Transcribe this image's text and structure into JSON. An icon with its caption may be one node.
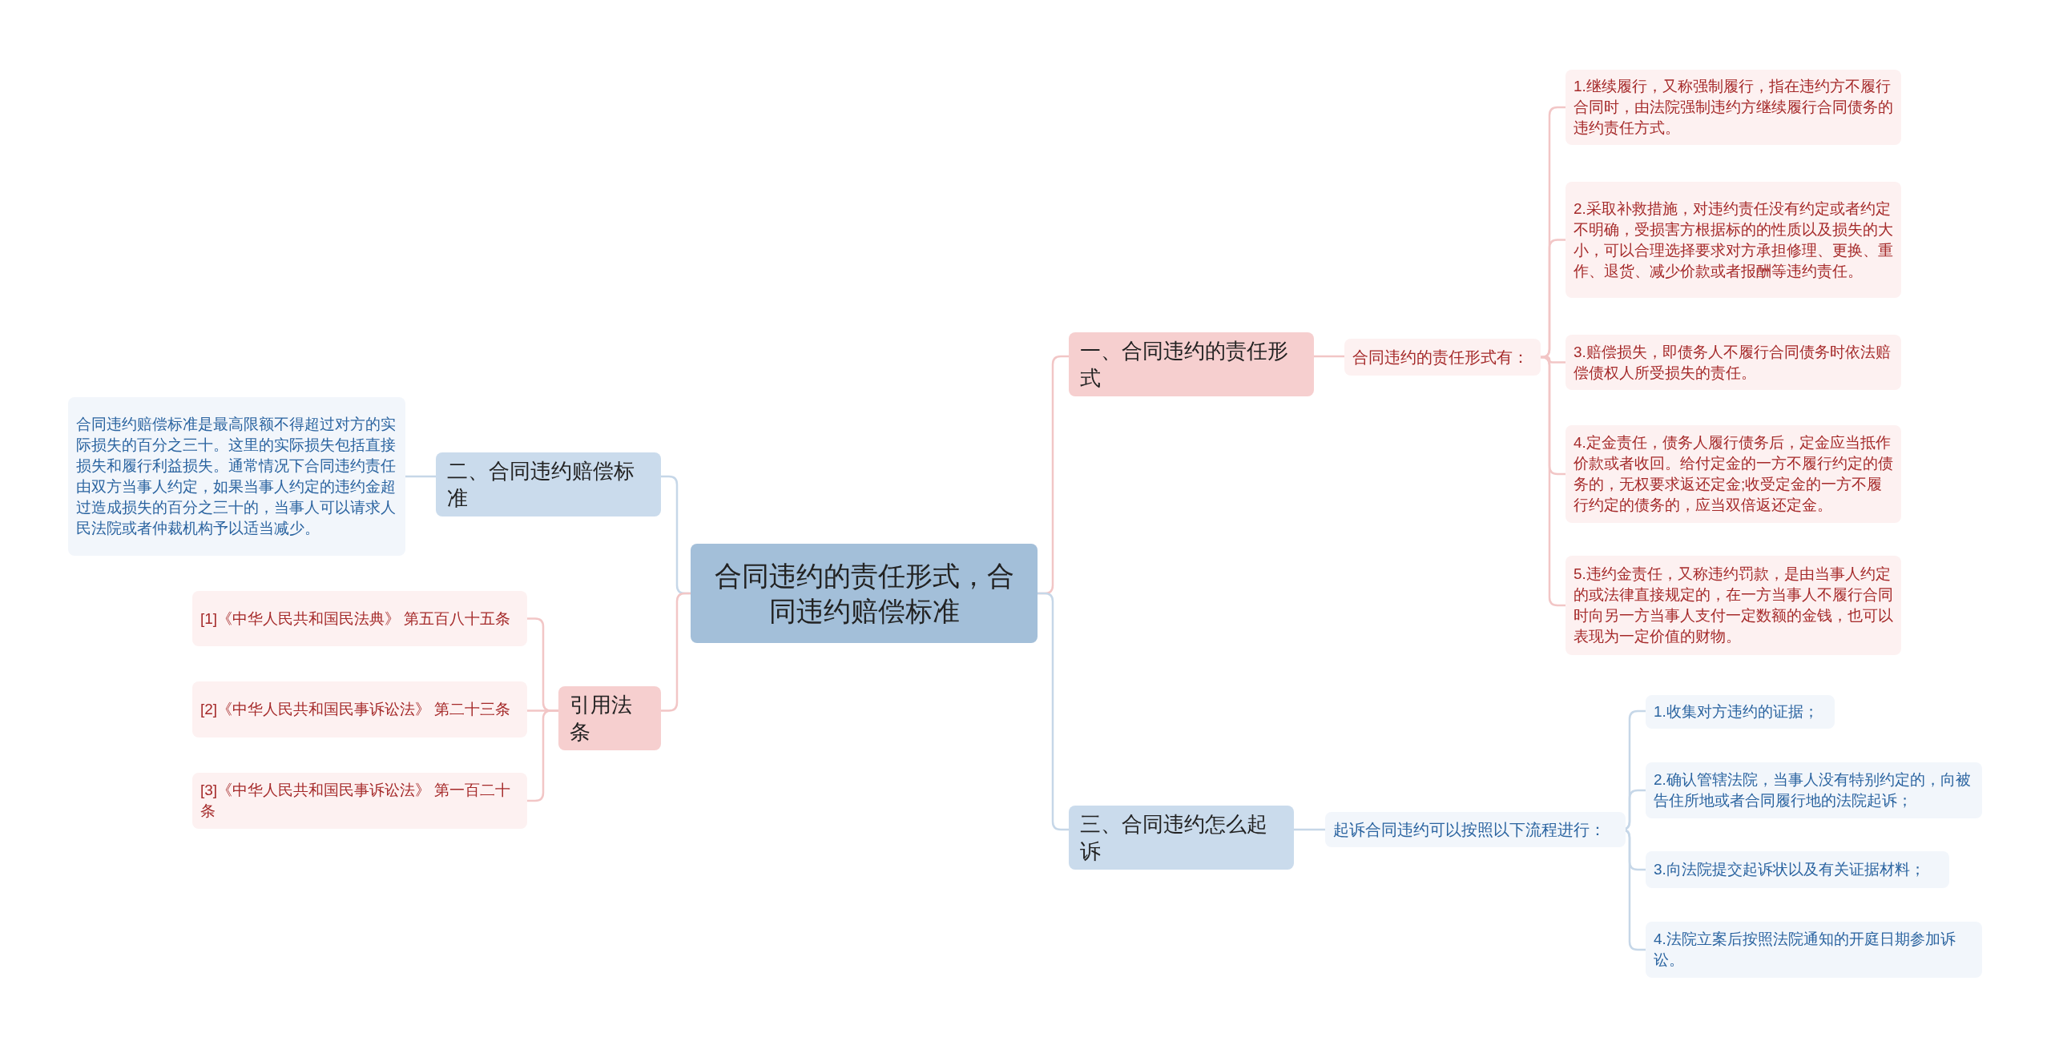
{
  "diagram": {
    "nodes": [
      {
        "text": [
          "合同违约的责任形式，合同违约赔偿标准"
        ]
      },
      {
        "text": [
          "一、合同违约的责任形式"
        ]
      },
      {
        "text": [
          "合同违约的责任形式有："
        ]
      },
      {
        "text": [
          "1.继续履行，又称强制履行，指在违约方不履行合同时，由法院强制违约方继续履行合同债务的违约责任方式。"
        ]
      },
      {
        "text": [
          "2.采取补救措施，对违约责任没有约定或者约定不明确，受损害方根据标的的性质以及损失的大小，可以合理选择要求对方承担修理、更换、重作、退货、减少价款或者报酬等违约责任。"
        ]
      },
      {
        "text": [
          "3.赔偿损失，即债务人不履行合同债务时依法赔偿债权人所受损失的责任。"
        ]
      },
      {
        "text": [
          "4.定金责任，债务人履行债务后，定金应当抵作价款或者收回。给付定金的一方不履行约定的债务的，无权要求返还定金;收受定金的一方不履行约定的债务的，应当双倍返还定金。"
        ]
      },
      {
        "text": [
          "5.违约金责任，又称违约罚款，是由当事人约定的或法律直接规定的，在一方当事人不履行合同时向另一方当事人支付一定数额的金钱，也可以表现为一定价值的财物。"
        ]
      },
      {
        "text": [
          "三、合同违约怎么起诉"
        ]
      },
      {
        "text": [
          "起诉合同违约可以按照以下流程进行："
        ]
      },
      {
        "text": [
          "1.收集对方违约的证据；"
        ]
      },
      {
        "text": [
          "2.确认管辖法院，当事人没有特别约定的，向被告住所地或者合同履行地的法院起诉；"
        ]
      },
      {
        "text": [
          "3.向法院提交起诉状以及有关证据材料；"
        ]
      },
      {
        "text": [
          "4.法院立案后按照法院通知的开庭日期参加诉讼。"
        ]
      },
      {
        "text": [
          "二、合同违约赔偿标准"
        ]
      },
      {
        "text": [
          "合同违约赔偿标准是最高限额不得超过对方的实际损失的百分之三十。这里的实际损失包括直接损失和履行利益损失。通常情况下合同违约责任由双方当事人约定，如果当事人约定的违约金超过造成损失的百分之三十的，当事人可以请求人民法院或者仲裁机构予以适当减少。"
        ]
      },
      {
        "text": [
          "引用法条"
        ]
      },
      {
        "text": [
          "[1]《中华人民共和国民法典》 第五百八十五条"
        ]
      },
      {
        "text": [
          "[2]《中华人民共和国民事诉讼法》 第二十三条"
        ]
      },
      {
        "text": [
          "[3]《中华人民共和国民事诉讼法》 第一百二十条"
        ]
      }
    ],
    "edges": [
      {
        "from": 0,
        "to": 1,
        "arrow": "none"
      },
      {
        "from": 1,
        "to": 2,
        "arrow": "none"
      },
      {
        "from": 2,
        "to": 3,
        "arrow": "none"
      },
      {
        "from": 2,
        "to": 4,
        "arrow": "none"
      },
      {
        "from": 2,
        "to": 5,
        "arrow": "none"
      },
      {
        "from": 2,
        "to": 6,
        "arrow": "none"
      },
      {
        "from": 2,
        "to": 7,
        "arrow": "none"
      },
      {
        "from": 0,
        "to": 8,
        "arrow": "none",
        "color": "#c6d7e8"
      },
      {
        "from": 8,
        "to": 9,
        "arrow": "none",
        "color": "#c6d7e8"
      },
      {
        "from": 9,
        "to": 10,
        "arrow": "none",
        "color": "#c6d7e8"
      },
      {
        "from": 9,
        "to": 11,
        "arrow": "none",
        "color": "#c6d7e8"
      },
      {
        "from": 9,
        "to": 12,
        "arrow": "none",
        "color": "#c6d7e8"
      },
      {
        "from": 9,
        "to": 13,
        "arrow": "none",
        "color": "#c6d7e8"
      },
      {
        "from": 0,
        "to": 14,
        "arrow": "none",
        "color": "#c6d7e8"
      },
      {
        "from": 14,
        "to": 15,
        "arrow": "none",
        "color": "#c6d7e8"
      },
      {
        "from": 0,
        "to": 16,
        "arrow": "none"
      },
      {
        "from": 16,
        "to": 17,
        "arrow": "none"
      },
      {
        "from": 16,
        "to": 18,
        "arrow": "none"
      },
      {
        "from": 16,
        "to": 19,
        "arrow": "none"
      }
    ]
  }
}
